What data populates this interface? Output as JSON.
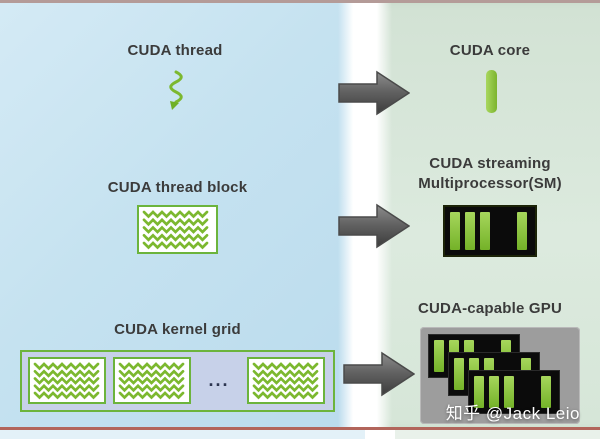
{
  "left_panel": {
    "thread": {
      "label": "CUDA thread"
    },
    "thread_block": {
      "label": "CUDA thread block"
    },
    "kernel_grid": {
      "label": "CUDA kernel grid",
      "ellipsis": "..."
    }
  },
  "right_panel": {
    "core": {
      "label": "CUDA core"
    },
    "sm": {
      "label_line1": "CUDA streaming",
      "label_line2": "Multiprocessor(SM)"
    },
    "gpu": {
      "label": "CUDA-capable GPU"
    }
  },
  "watermark": {
    "text": "知乎 @Jack Leio"
  },
  "colors": {
    "nvidia_green": "#7cb82f",
    "green_border": "#6cb43c",
    "panel_blue": "#c5e2f0",
    "panel_green": "#d7e6d9",
    "white_gap": "#ffffff",
    "arrow_gray": "#555555",
    "grid_fill": "#c7d1e9",
    "chip_black": "#0b0b0b",
    "gpu_gray": "#9d9d9d",
    "text": "#3b3b3b",
    "top_border": "#b49b98",
    "bottom_border": "#b2655b"
  }
}
